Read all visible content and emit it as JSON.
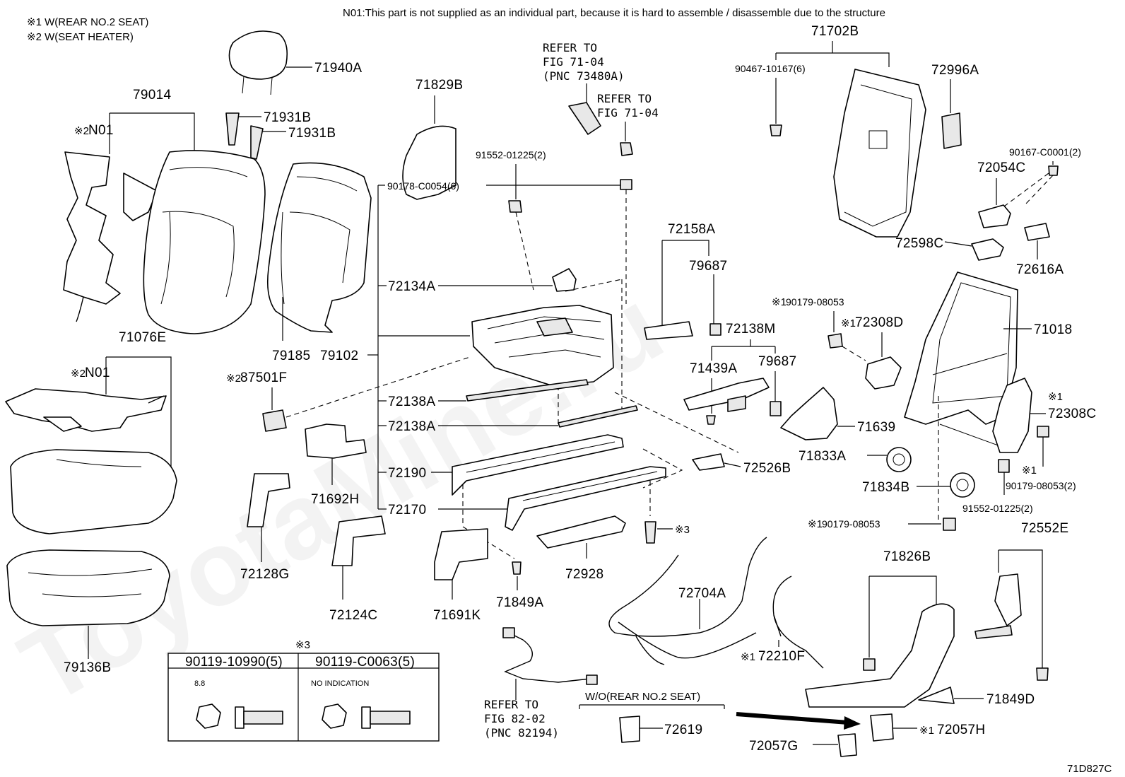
{
  "notes": {
    "note1": "※1 W(REAR NO.2 SEAT)",
    "note2": "※2 W(SEAT HEATER)",
    "n01": "N01:This part is not supplied as an individual part, because it is hard to assemble / disassemble due to the structure"
  },
  "watermark": "ToyotaMine.ru",
  "diagram_code": "71D827C",
  "references": {
    "fig_71_04_pnc": [
      "REFER TO",
      "FIG 71-04",
      "(PNC 73480A)"
    ],
    "fig_71_04": [
      "REFER TO",
      "FIG 71-04"
    ],
    "fig_82_02": [
      "REFER TO",
      "FIG 82-02",
      "(PNC 82194)"
    ]
  },
  "labels": {
    "p71940A": "71940A",
    "p79014": "79014",
    "n01_top": "N01",
    "x2_top": "※2",
    "p71931B_1": "71931B",
    "p71931B_2": "71931B",
    "p79185": "79185",
    "p79102": "79102",
    "p71829B": "71829B",
    "p91552_top": "91552-01225(2)",
    "p90178": "90178-C0054(6)",
    "p72134A": "72134A",
    "p72138A_1": "72138A",
    "p72138A_2": "72138A",
    "p72190": "72190",
    "p72170": "72170",
    "x2_87501F": "※2",
    "p87501F": "87501F",
    "p71076E": "71076E",
    "x2_mid": "※2",
    "n01_mid": "N01",
    "p71692H": "71692H",
    "p72128G": "72128G",
    "p72124C": "72124C",
    "p71691K": "71691K",
    "p71849A": "71849A",
    "p72928": "72928",
    "x3_bolt": "※3",
    "p79136B": "79136B",
    "p71702B": "71702B",
    "p90467": "90467-10167(6)",
    "p72996A": "72996A",
    "p90167": "90167-C0001(2)",
    "p72054C": "72054C",
    "p72598C": "72598C",
    "p72616A": "72616A",
    "p72158A": "72158A",
    "p79687_1": "79687",
    "p72138M": "72138M",
    "p71439A": "71439A",
    "p79687_2": "79687",
    "x1_90179_top": "※1",
    "p90179_top": "90179-08053",
    "x1_72308D": "※1",
    "p72308D": "72308D",
    "p71018": "71018",
    "x1_72308C": "※1",
    "p72308C": "72308C",
    "p71639": "71639",
    "p71833A": "71833A",
    "p72526B": "72526B",
    "p71834B": "71834B",
    "x1_90179_mid": "※1",
    "p90179_mid": "90179-08053(2)",
    "p91552_mid": "91552-01225(2)",
    "x1_90179_low": "※1",
    "p90179_low": "90179-08053",
    "p72552E": "72552E",
    "p71826B": "71826B",
    "p72704A": "72704A",
    "x1_72210F": "※1",
    "p72210F": "72210F",
    "p71849D": "71849D",
    "wo_note": "W/O(REAR NO.2 SEAT)",
    "p72619": "72619",
    "p72057G": "72057G",
    "x1_72057H": "※1",
    "p72057H": "72057H"
  },
  "bolt_table": {
    "title": "※3",
    "col1_header": "90119-10990(5)",
    "col2_header": "90119-C0063(5)",
    "col1_mark": "8.8",
    "col2_mark": "NO INDICATION"
  }
}
